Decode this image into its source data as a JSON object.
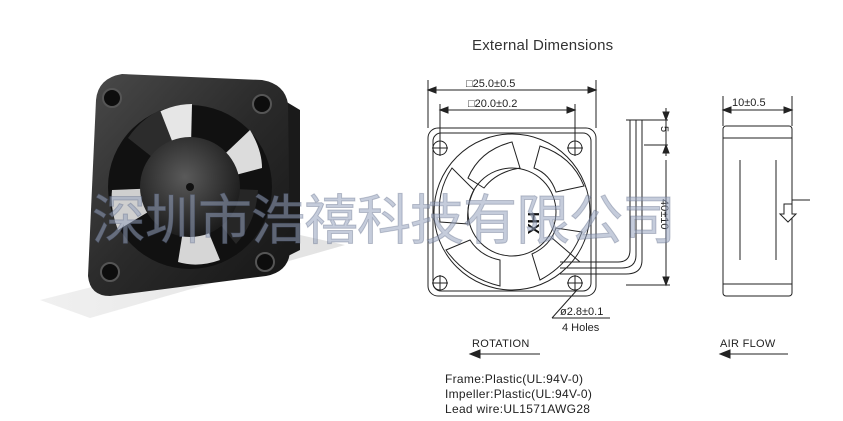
{
  "title": "External Dimensions",
  "dimensions": {
    "outer_size": "□25.0±0.5",
    "hole_spacing": "□20.0±0.2",
    "thickness": "10±0.5",
    "wire_offset": "5",
    "wire_length": "40±10",
    "hole_diameter": "ø2.8±0.1",
    "hole_count": "4 Holes"
  },
  "labels": {
    "rotation": "ROTATION",
    "air_flow": "AIR FLOW"
  },
  "specs": [
    "Frame:Plastic(UL:94V-0)",
    "Impeller:Plastic(UL:94V-0)",
    "Lead wire:UL1571AWG28"
  ],
  "watermark": "深圳市浩禧科技有限公司",
  "logo_text": "HX",
  "colors": {
    "line": "#222222",
    "fan_body": "#2b2b2b",
    "watermark": "#96a2be"
  },
  "icons": [
    "rotation-arrow-icon",
    "airflow-arrow-icon"
  ]
}
